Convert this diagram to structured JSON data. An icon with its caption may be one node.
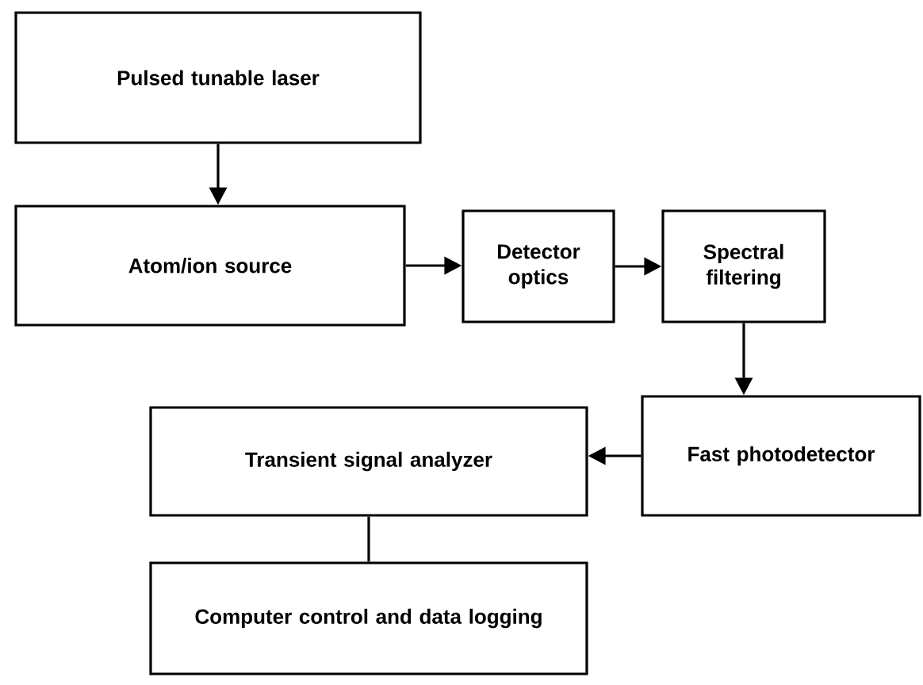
{
  "diagram": {
    "nodes": [
      {
        "text": [
          "Pulsed tunable laser"
        ]
      },
      {
        "text": [
          "Atom/ion source"
        ]
      },
      {
        "text": [
          "Detector optics"
        ]
      },
      {
        "text": [
          "Spectral filtering"
        ]
      },
      {
        "text": [
          "Fast photodetector"
        ]
      },
      {
        "text": [
          "Transient signal analyzer"
        ]
      },
      {
        "text": [
          "Computer control and data logging"
        ]
      }
    ],
    "edges": [
      {
        "from": 0,
        "to": 1,
        "arrow": "to"
      },
      {
        "from": 1,
        "to": 2,
        "arrow": "to"
      },
      {
        "from": 2,
        "to": 3,
        "arrow": "to"
      },
      {
        "from": 3,
        "to": 4,
        "arrow": "to"
      },
      {
        "from": 4,
        "to": 5,
        "arrow": "to"
      },
      {
        "from": 5,
        "to": 6,
        "arrow": "none"
      }
    ]
  }
}
